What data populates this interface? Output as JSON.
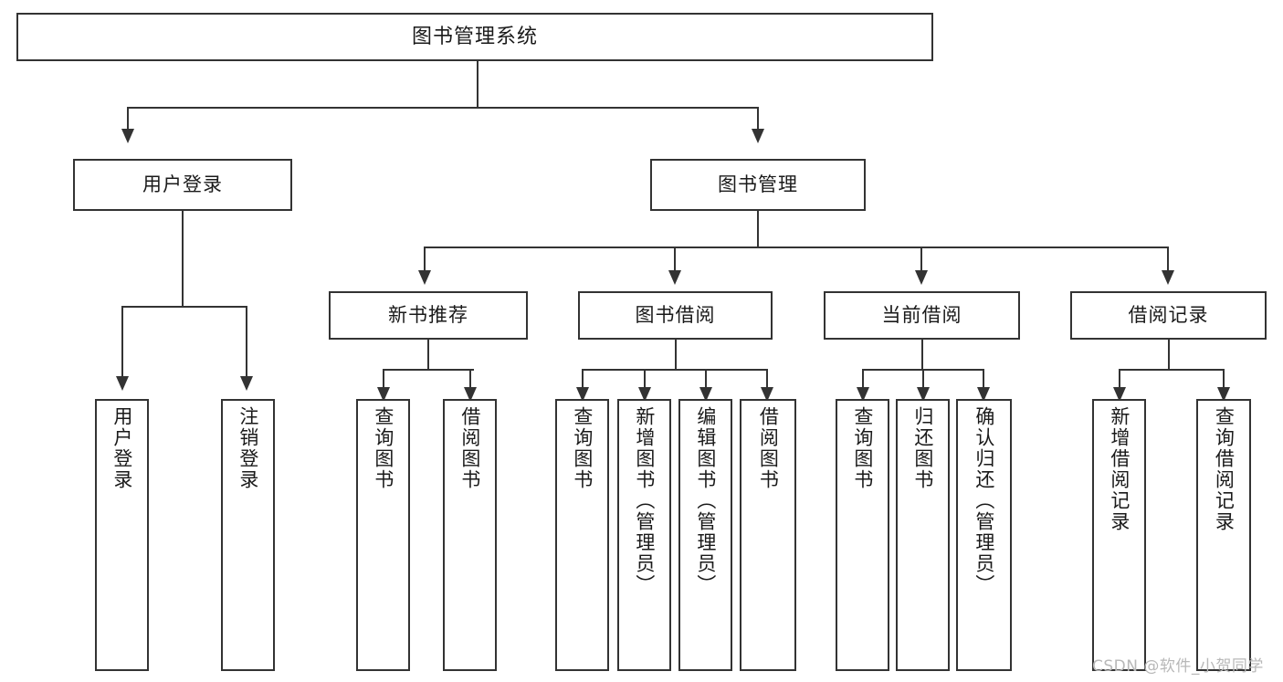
{
  "diagram": {
    "title": "图书管理系统",
    "type": "tree-hierarchy",
    "root": {
      "label": "图书管理系统"
    },
    "level2": [
      {
        "label": "用户登录"
      },
      {
        "label": "图书管理"
      }
    ],
    "level3": [
      {
        "label": "新书推荐"
      },
      {
        "label": "图书借阅"
      },
      {
        "label": "当前借阅"
      },
      {
        "label": "借阅记录"
      }
    ],
    "leaves": {
      "user_login": [
        {
          "label": "用户登录"
        },
        {
          "label": "注销登录"
        }
      ],
      "new_book_recommend": [
        {
          "label": "查询图书"
        },
        {
          "label": "借阅图书"
        }
      ],
      "book_borrow": [
        {
          "label": "查询图书"
        },
        {
          "label": "新增图书（管理员）"
        },
        {
          "label": "编辑图书（管理员）"
        },
        {
          "label": "借阅图书"
        }
      ],
      "current_borrow": [
        {
          "label": "查询图书"
        },
        {
          "label": "归还图书"
        },
        {
          "label": "确认归还（管理员）"
        }
      ],
      "borrow_record": [
        {
          "label": "新增借阅记录"
        },
        {
          "label": "查询借阅记录"
        }
      ]
    }
  },
  "watermark": {
    "text": "CSDN @软件_小贺同学"
  },
  "colors": {
    "stroke": "#333333",
    "background": "#ffffff",
    "text": "#1a1a1a",
    "watermark": "#b8b8b8"
  }
}
